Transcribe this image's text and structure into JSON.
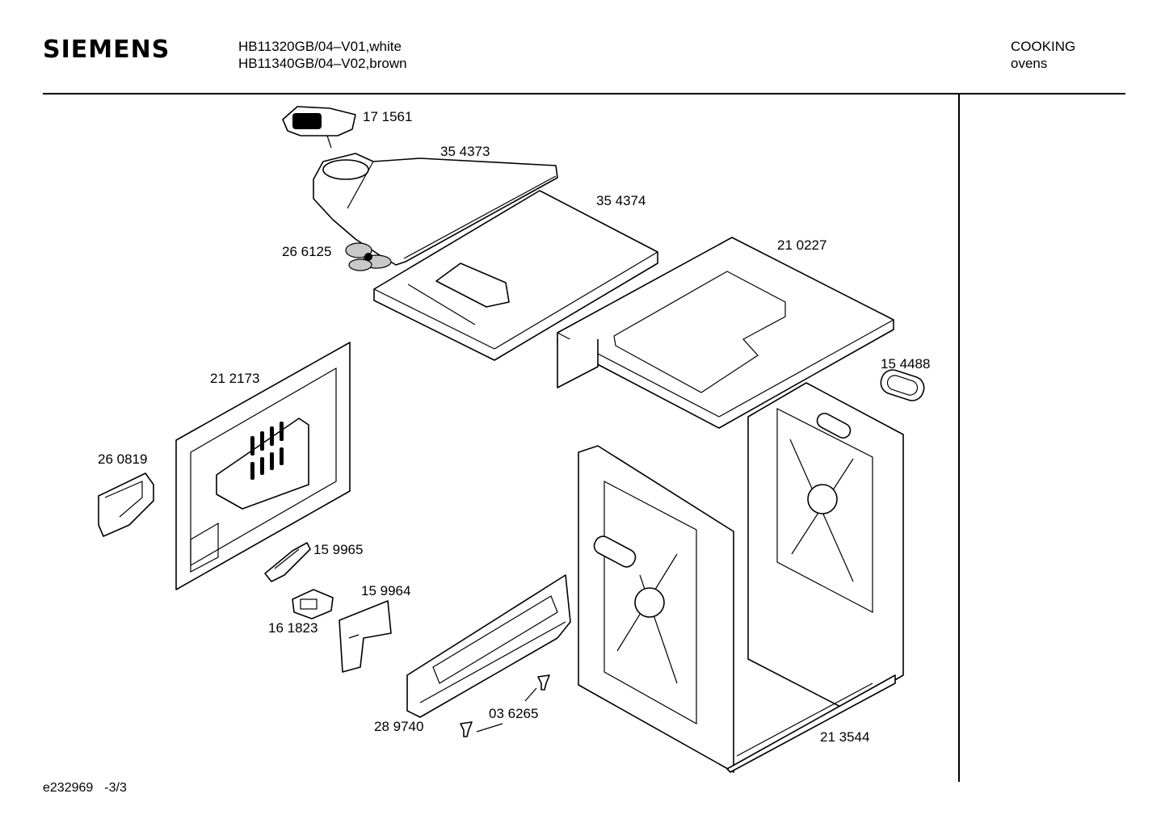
{
  "header": {
    "brand": "SIEMENS",
    "model_lines": [
      "HB11320GB/04–V01,white",
      "HB11340GB/04–V02,brown"
    ],
    "category_lines": [
      "COOKING",
      "ovens"
    ]
  },
  "footer": {
    "doc_id": "e232969",
    "page": "-3/3"
  },
  "parts": [
    {
      "id": "p171561",
      "label": "17 1561",
      "icon": "motor-icon"
    },
    {
      "id": "p354373",
      "label": "35 4373",
      "icon": "fan-housing-icon"
    },
    {
      "id": "p354374",
      "label": "35 4374",
      "icon": "top-plate-icon"
    },
    {
      "id": "p266125",
      "label": "26 6125",
      "icon": "fan-blade-icon"
    },
    {
      "id": "p210227",
      "label": "21 0227",
      "icon": "cavity-top-icon"
    },
    {
      "id": "p154488",
      "label": "15 4488",
      "icon": "grommet-icon"
    },
    {
      "id": "p212173",
      "label": "21 2173",
      "icon": "rear-panel-icon"
    },
    {
      "id": "p260819",
      "label": "26 0819",
      "icon": "bracket-icon"
    },
    {
      "id": "p159965",
      "label": "15 9965",
      "icon": "connector-icon"
    },
    {
      "id": "p159964",
      "label": "15 9964",
      "icon": "mounting-plate-icon"
    },
    {
      "id": "p161823",
      "label": "16 1823",
      "icon": "clip-icon"
    },
    {
      "id": "p036265",
      "label": "03 6265",
      "icon": "screw-icon"
    },
    {
      "id": "p289740",
      "label": "28 9740",
      "icon": "base-rail-icon"
    },
    {
      "id": "p213544",
      "label": "21 3544",
      "icon": "oven-cavity-icon"
    }
  ]
}
